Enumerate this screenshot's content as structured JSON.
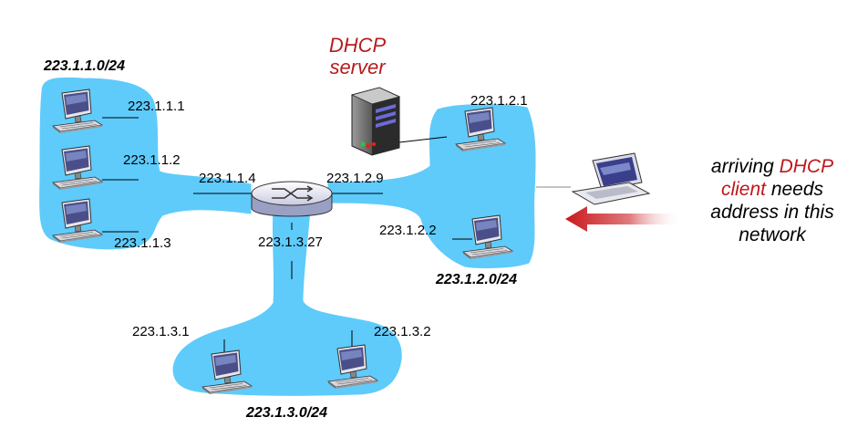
{
  "colors": {
    "network": "#5ecbfb",
    "accent_red": "#c0161b",
    "arrow_red": "#c8181c"
  },
  "subnets": {
    "a": "223.1.1.0/24",
    "b": "223.1.2.0/24",
    "c": "223.1.3.0/24"
  },
  "hosts": {
    "h111": "223.1.1.1",
    "h112": "223.1.1.2",
    "h113": "223.1.1.3",
    "h121": "223.1.2.1",
    "h122": "223.1.2.2",
    "h131": "223.1.3.1",
    "h132": "223.1.3.2"
  },
  "router": {
    "if_a": "223.1.1.4",
    "if_b": "223.1.2.9",
    "if_c": "223.1.3.27"
  },
  "dhcp_server": {
    "line1": "DHCP",
    "line2": "server"
  },
  "caption": {
    "w1": "arriving",
    "w2": "DHCP",
    "w3": "client",
    "w4": "needs",
    "line3": "address in this",
    "line4": "network"
  },
  "icons": [
    "desktop-computer-icon",
    "server-tower-icon",
    "router-icon",
    "laptop-icon",
    "arrow-left-icon"
  ]
}
